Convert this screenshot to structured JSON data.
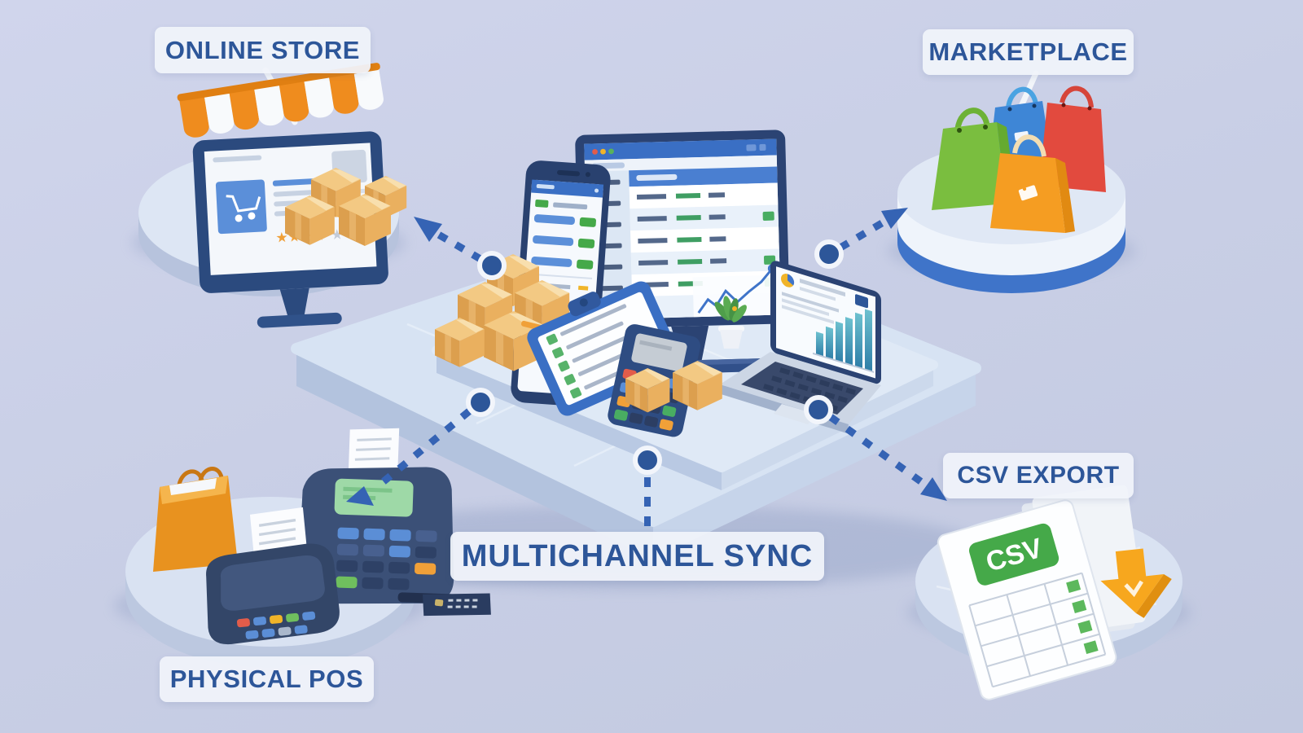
{
  "scene": {
    "center_label": "MULTICHANNEL SYNC",
    "nodes": {
      "online_store": {
        "label": "ONLINE STORE"
      },
      "marketplace": {
        "label": "MARKETPLACE"
      },
      "physical_pos": {
        "label": "PHYSICAL POS"
      },
      "csv_export": {
        "label": "CSV EXPORT"
      }
    },
    "csv_document_badge": "CSV",
    "colors": {
      "background": "#c9cfe6",
      "connector_blue": "#3563b4",
      "label_text": "#2d5699",
      "label_background": "#f0f3fa",
      "platform_top": "#d7e3f3",
      "platform_side": "#b3c3de",
      "cardboard": "#eab05f",
      "awning_orange": "#ef8c1e",
      "bag_green": "#7abe3f",
      "bag_blue": "#3e86d6",
      "bag_orange": "#f59d22",
      "bag_red": "#e24a3e",
      "csv_green": "#45a949",
      "download_arrow_orange": "#f7a71e",
      "screen_header_blue": "#3a6fc4",
      "success_green": "#45a949"
    }
  }
}
